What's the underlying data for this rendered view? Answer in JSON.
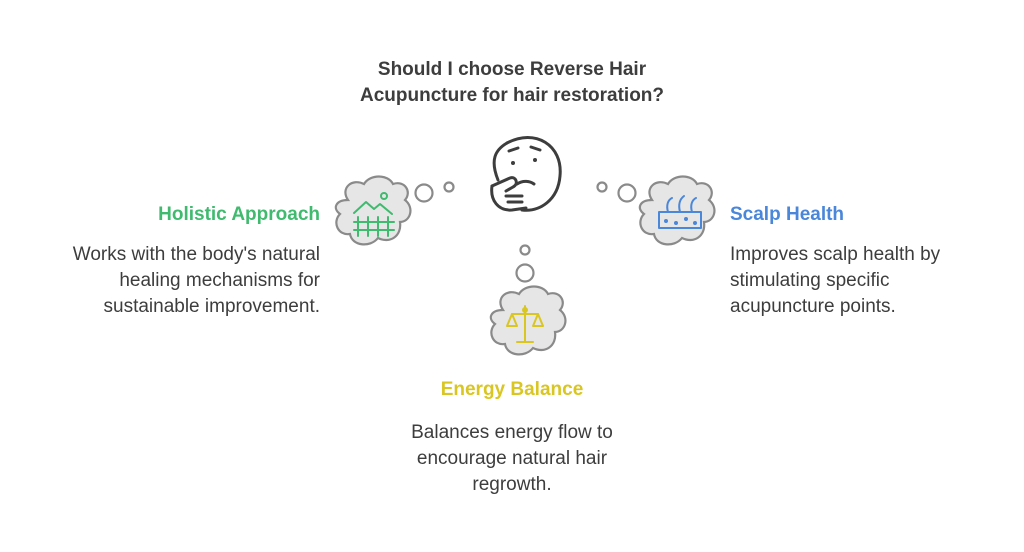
{
  "question": {
    "lines": [
      "Should I choose Reverse Hair",
      "Acupuncture for hair restoration?"
    ]
  },
  "options": {
    "left": {
      "title": "Holistic Approach",
      "lines": [
        "Works with the body's natural",
        "healing mechanisms for",
        "sustainable improvement."
      ],
      "color": "#3fba6e",
      "icon": "landscape-fence-icon"
    },
    "right": {
      "title": "Scalp Health",
      "lines": [
        "Improves scalp health by",
        "stimulating specific",
        "acupuncture points."
      ],
      "color": "#4a86d9",
      "icon": "scalp-hair-icon"
    },
    "bottom": {
      "title": "Energy Balance",
      "lines": [
        "Balances energy flow to",
        "encourage natural hair",
        "regrowth."
      ],
      "color": "#d9c623",
      "icon": "balance-scale-icon"
    }
  },
  "center_icon": "thinking-face-icon"
}
